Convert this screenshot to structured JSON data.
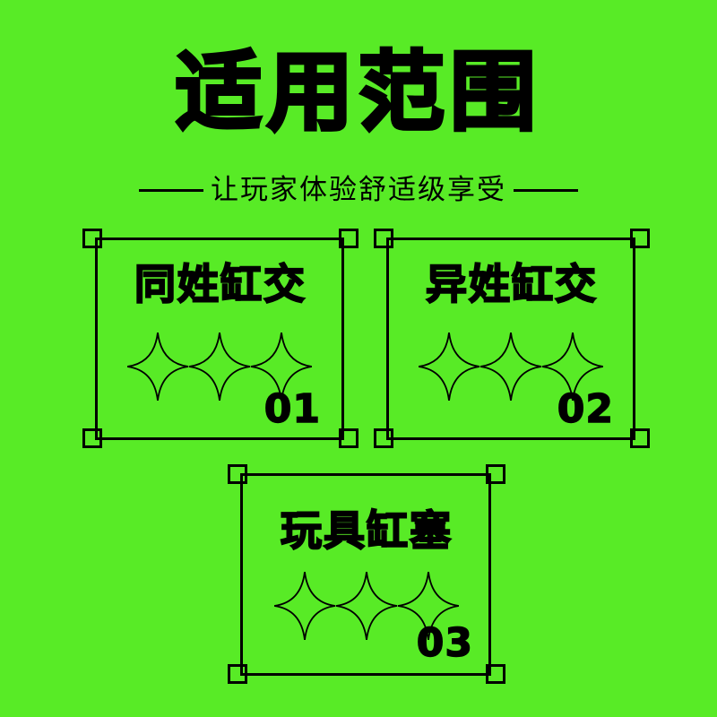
{
  "colors": {
    "background": "#58eb26",
    "ink": "#000000",
    "shadow": "#2c8a12"
  },
  "title": "适用范围",
  "subtitle": "让玩家体验舒适级享受",
  "cards": [
    {
      "label": "同姓缸交",
      "number": "01",
      "sparkle_icon": "four-point-sparkle-icon",
      "corner_icon": "square-corner-icon"
    },
    {
      "label": "异姓缸交",
      "number": "02",
      "sparkle_icon": "four-point-sparkle-icon",
      "corner_icon": "square-corner-icon"
    },
    {
      "label": "玩具缸塞",
      "number": "03",
      "sparkle_icon": "four-point-sparkle-icon",
      "corner_icon": "square-corner-icon"
    }
  ]
}
